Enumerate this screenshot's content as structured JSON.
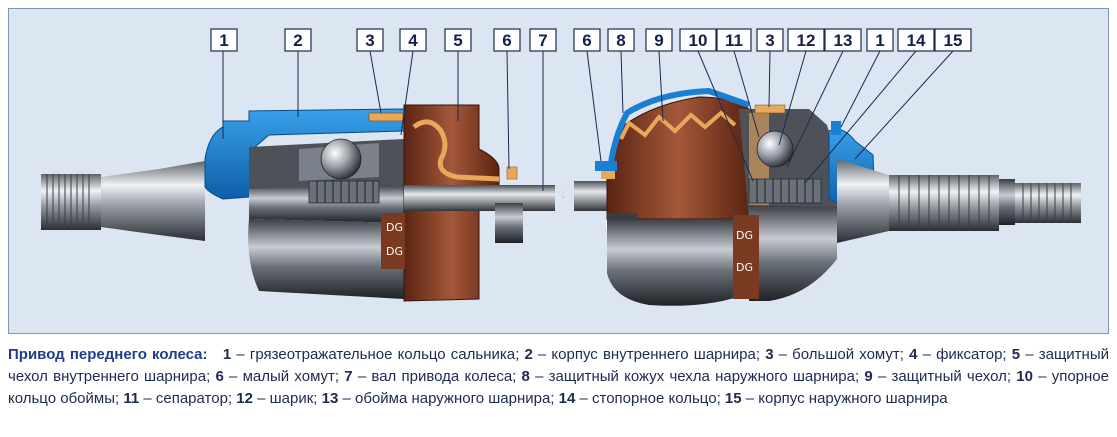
{
  "colors": {
    "background": "#dbe6f2",
    "housing_blue": "#1a7fd0",
    "boot_brown": "#7a3a22",
    "ring_orange": "#e8a85a",
    "steel": "#8a9098",
    "label_text": "#1d2a52",
    "caption_lead": "#1f3d8a"
  },
  "callouts": {
    "left": [
      "1",
      "2",
      "3",
      "4",
      "5",
      "6",
      "7"
    ],
    "right": [
      "6",
      "8",
      "9",
      "10",
      "11",
      "3",
      "12",
      "13",
      "1",
      "14",
      "15"
    ]
  },
  "caption": {
    "lead": "Привод переднего колеса:",
    "items": [
      {
        "n": "1",
        "text": " – грязеотражательное кольцо сальника; "
      },
      {
        "n": "2",
        "text": " – корпус внутреннего шарнира; "
      },
      {
        "n": "3",
        "text": " – большой хомут; "
      },
      {
        "n": "4",
        "text": " – фиксатор; "
      },
      {
        "n": "5",
        "text": " – защитный чехол внутреннего шарнира; "
      },
      {
        "n": "6",
        "text": " – малый хомут; "
      },
      {
        "n": "7",
        "text": " – вал привода колеса; "
      },
      {
        "n": "8",
        "text": " – защитный кожух чехла наружного шарнира; "
      },
      {
        "n": "9",
        "text": " – защитный чехол; "
      },
      {
        "n": "10",
        "text": " – упорное кольцо обоймы; "
      },
      {
        "n": "11",
        "text": " – сепаратор; "
      },
      {
        "n": "12",
        "text": " – шарик; "
      },
      {
        "n": "13",
        "text": " – обойма наружного шарнира; "
      },
      {
        "n": "14",
        "text": " – стопорное кольцо; "
      },
      {
        "n": "15",
        "text": " – корпус наружного шарнира"
      }
    ]
  }
}
